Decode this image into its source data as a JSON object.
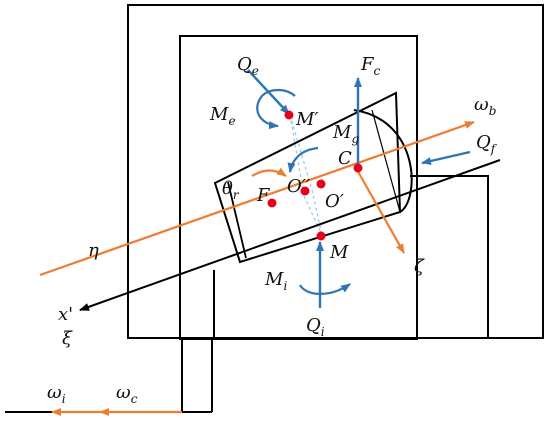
{
  "colors": {
    "structure": "#000000",
    "force_blue": "#2e75b6",
    "orange": "#ed7d31",
    "point_red": "#e8001c",
    "dashed_blue": "#9dc3e6"
  },
  "labels": {
    "Qe": {
      "main": "Q",
      "sub": "e"
    },
    "Me": {
      "main": "M",
      "sub": "e"
    },
    "Mprime": {
      "main": "M′",
      "sub": ""
    },
    "Mg": {
      "main": "M",
      "sub": "g"
    },
    "Fc": {
      "main": "F",
      "sub": "c"
    },
    "C": {
      "main": "C",
      "sub": ""
    },
    "omega_b": {
      "main": "ω",
      "sub": "b"
    },
    "Qf": {
      "main": "Q",
      "sub": "f"
    },
    "theta_r": {
      "main": "θ",
      "sub": "r"
    },
    "F": {
      "main": "F",
      "sub": ""
    },
    "O2": {
      "main": "O′′",
      "sub": ""
    },
    "O1": {
      "main": "O′",
      "sub": ""
    },
    "eta": {
      "main": "η",
      "sub": ""
    },
    "M": {
      "main": "M",
      "sub": ""
    },
    "zeta": {
      "main": "ζ",
      "sub": ""
    },
    "Mi": {
      "main": "M",
      "sub": "i"
    },
    "xprime": {
      "main": "x'",
      "sub": ""
    },
    "xi": {
      "main": "ξ",
      "sub": ""
    },
    "Qi": {
      "main": "Q",
      "sub": "i"
    },
    "omega_i": {
      "main": "ω",
      "sub": "i"
    },
    "omega_c": {
      "main": "ω",
      "sub": "c"
    }
  }
}
